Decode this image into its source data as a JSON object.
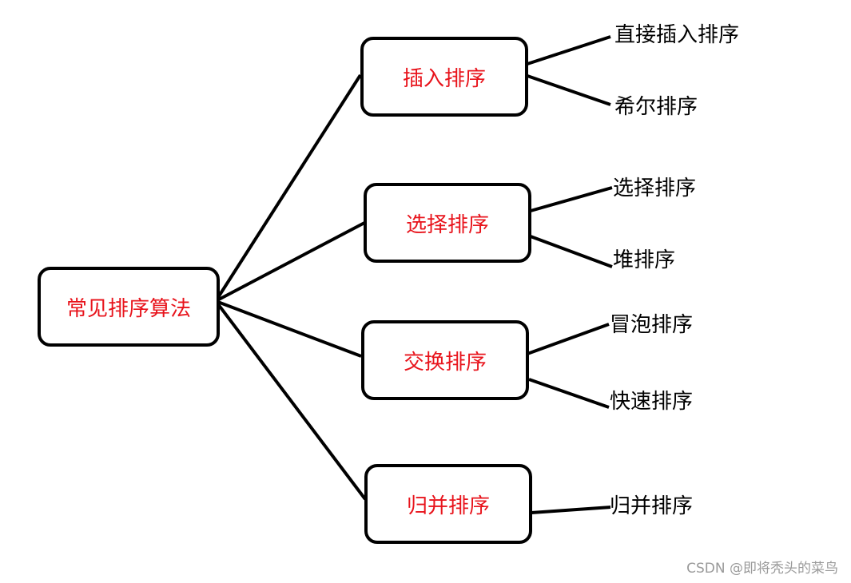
{
  "root": {
    "label": "常见排序算法"
  },
  "categories": [
    {
      "label": "插入排序",
      "children": [
        "直接插入排序",
        "希尔排序"
      ]
    },
    {
      "label": "选择排序",
      "children": [
        "选择排序",
        "堆排序"
      ]
    },
    {
      "label": "交换排序",
      "children": [
        "冒泡排序",
        "快速排序"
      ]
    },
    {
      "label": "归并排序",
      "children": [
        "归并排序"
      ]
    }
  ],
  "watermark": "CSDN @即将秃头的菜鸟",
  "colors": {
    "node_text": "#e8141c",
    "leaf_text": "#000000",
    "line": "#000000",
    "watermark": "#9a9a9a"
  }
}
